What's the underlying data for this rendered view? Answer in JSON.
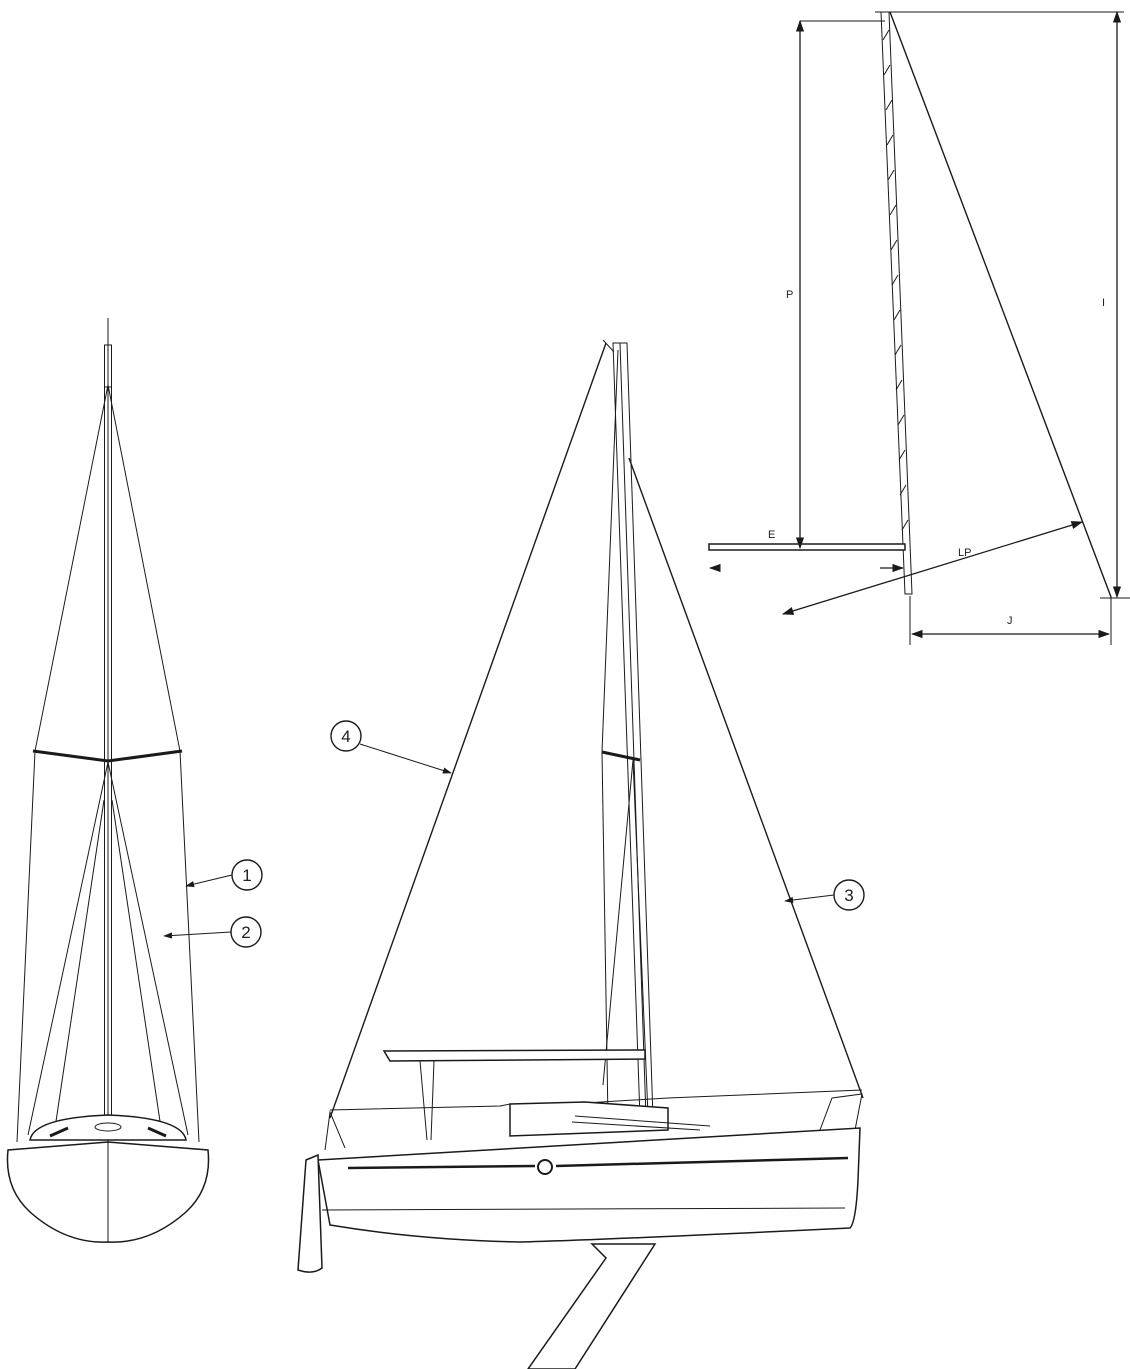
{
  "callouts": [
    {
      "id": "c1",
      "label": "1"
    },
    {
      "id": "c2",
      "label": "2"
    },
    {
      "id": "c3",
      "label": "3"
    },
    {
      "id": "c4",
      "label": "4"
    }
  ],
  "dimensions": {
    "P": "P",
    "I": "I",
    "E": "E",
    "J": "J",
    "LP": "LP"
  },
  "colors": {
    "line": "#1a1a1a",
    "background": "#ffffff"
  }
}
